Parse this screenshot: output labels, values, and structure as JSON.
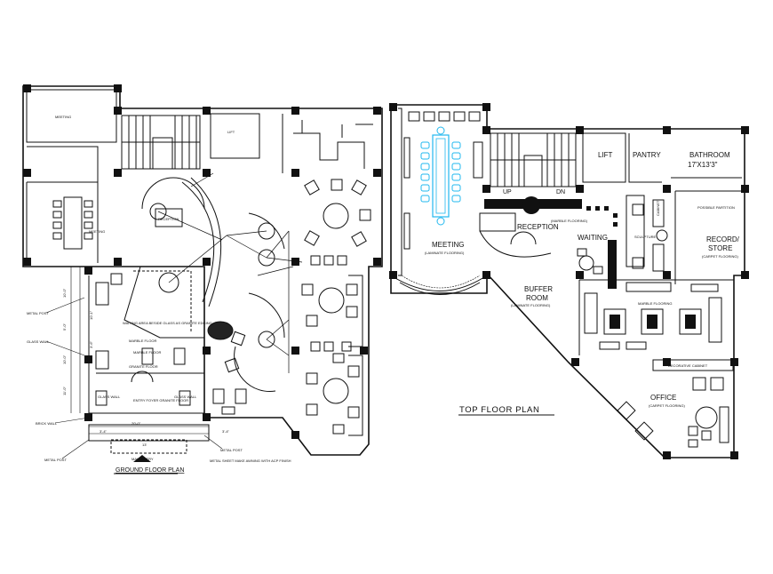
{
  "ground_floor": {
    "title": "GROUND FLOOR PLAN",
    "labels": {
      "meeting_top": "MEETING",
      "meeting_side": "MEETING",
      "waiting_area": "WAITING AREA BESIDE GLASS AS GRANITE EDGING",
      "marble_floor": "MARBLE FLOOR",
      "marble_floor_2": "MARBLE FLOOR",
      "granite_floor": "GRANITE FLOOR",
      "entry_foyer": "ENTRY FOYER GRANITE FLOOR",
      "glass_wall_left": "GLASS WALL",
      "glass_wall_right": "GLASS WALL",
      "main_entry": "MAIN ENTRY",
      "metal_post_left": "METAL POST",
      "glass_wall_side": "GLASS WALL",
      "brick_wall": "BRICK WALL",
      "metal_post_bottom": "METAL POST",
      "metal_post_right": "METAL POST",
      "metal_sheet": "METAL SHEET MAKE AWNING WITH ACP FINISH",
      "reception": "RECEPTION",
      "lift": "LIFT"
    },
    "dimensions": {
      "d1": "10'-0\"",
      "d2": "5'-0\"",
      "d3": "10'-0\"",
      "d4": "11'-0\"",
      "d5": "10'-1\"",
      "d6": "3'-6\"",
      "d7": "20'-0\"",
      "d8": "13'",
      "d9": "3'-4\"",
      "d10": "3'-4\""
    }
  },
  "top_floor": {
    "title": "TOP FLOOR PLAN",
    "rooms": {
      "meeting": "MEETING",
      "meeting_floor": "(LAMINATE FLOORING)",
      "reception": "RECEPTION",
      "marble_flooring": "(MARBLE FLOORING)",
      "waiting": "WAITING",
      "buffer_room_1": "BUFFER",
      "buffer_room_2": "ROOM",
      "buffer_floor": "(LAMINATE FLOORING)",
      "lift": "LIFT",
      "pantry": "PANTRY",
      "bathroom": "BATHROOM",
      "bathroom_size": "17'X13'3\"",
      "record_store_1": "RECORD/",
      "record_store_2": "STORE",
      "record_floor": "(CARPET FLOORING)",
      "office": "OFFICE",
      "office_floor": "(CARPET FLOORING)",
      "up": "UP",
      "dn": "DN",
      "cabinet": "CABINET",
      "decorative_cabinet": "DECORATIVE CABINET",
      "possible_partition": "POSSIBLE PARTITION",
      "marble_flooring_2": "MARBLE FLOORING",
      "sculpture": "SCULPTURE"
    }
  }
}
